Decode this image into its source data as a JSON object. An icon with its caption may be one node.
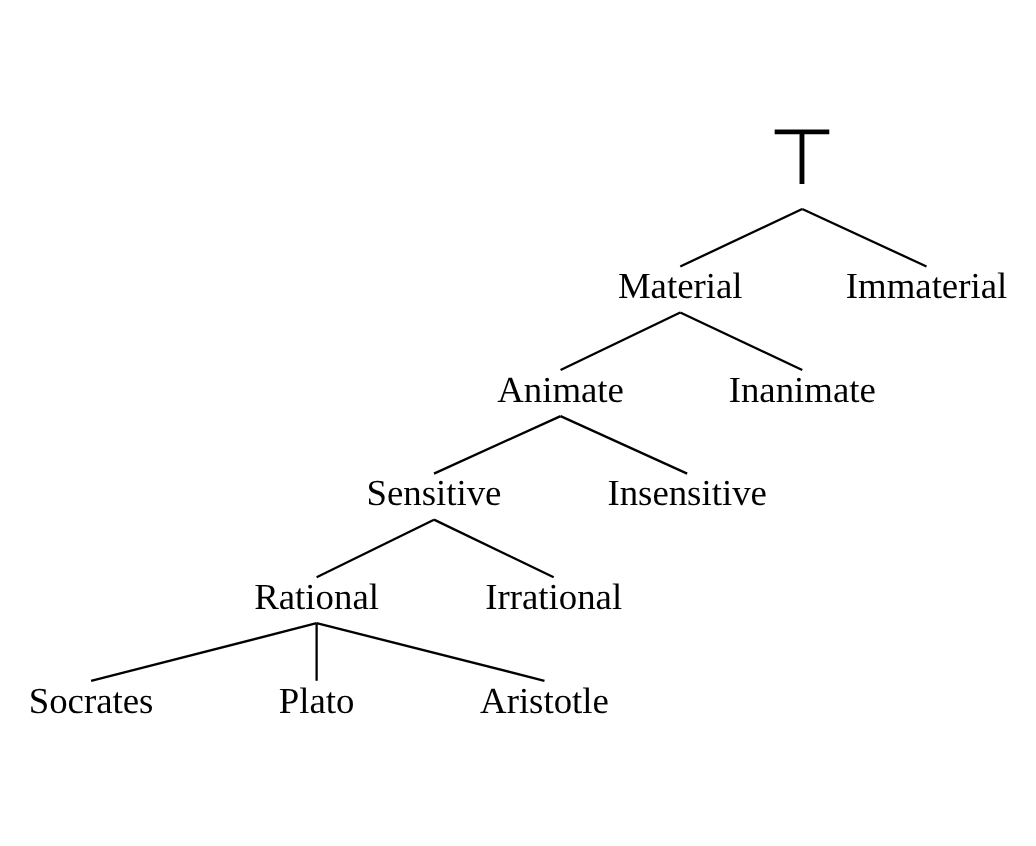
{
  "diagram": {
    "nodes": [
      {
        "text": [
          "⊤"
        ]
      },
      {
        "text": [
          "Material"
        ]
      },
      {
        "text": [
          "Immaterial"
        ]
      },
      {
        "text": [
          "Animate"
        ]
      },
      {
        "text": [
          "Inanimate"
        ]
      },
      {
        "text": [
          "Sensitive"
        ]
      },
      {
        "text": [
          "Insensitive"
        ]
      },
      {
        "text": [
          "Rational"
        ]
      },
      {
        "text": [
          "Irrational"
        ]
      },
      {
        "text": [
          "Socrates"
        ]
      },
      {
        "text": [
          "Plato"
        ]
      },
      {
        "text": [
          "Aristotle"
        ]
      }
    ],
    "edges": [
      {
        "from": 0,
        "to": 1,
        "arrow": "none"
      },
      {
        "from": 0,
        "to": 2,
        "arrow": "none"
      },
      {
        "from": 1,
        "to": 3,
        "arrow": "none"
      },
      {
        "from": 1,
        "to": 4,
        "arrow": "none"
      },
      {
        "from": 3,
        "to": 5,
        "arrow": "none"
      },
      {
        "from": 3,
        "to": 6,
        "arrow": "none"
      },
      {
        "from": 5,
        "to": 7,
        "arrow": "none"
      },
      {
        "from": 5,
        "to": 8,
        "arrow": "none"
      },
      {
        "from": 7,
        "to": 9,
        "arrow": "none"
      },
      {
        "from": 7,
        "to": 10,
        "arrow": "none"
      },
      {
        "from": 7,
        "to": 11,
        "arrow": "none"
      }
    ]
  }
}
